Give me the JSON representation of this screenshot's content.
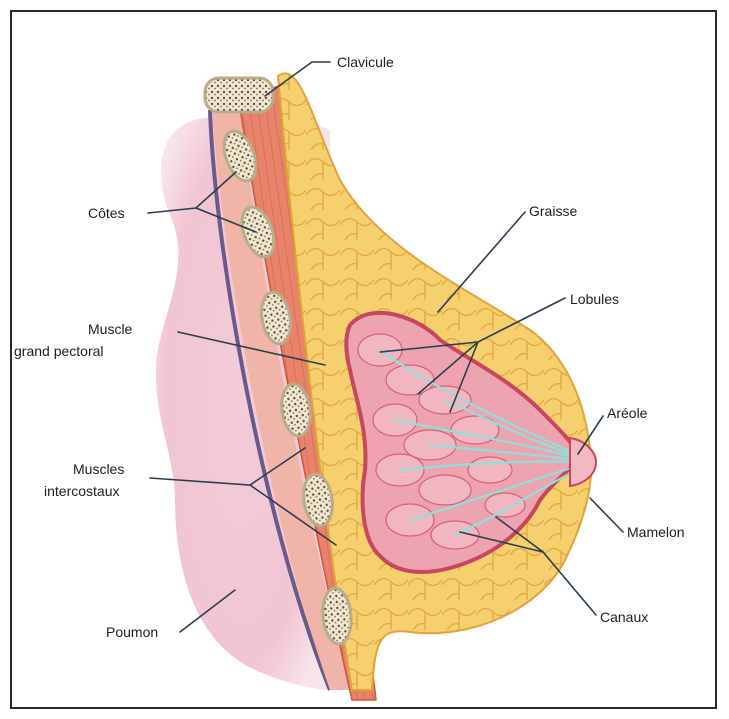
{
  "labels": {
    "clavicule": "Clavicule",
    "cotes": "Côtes",
    "muscle_line1": "Muscle",
    "muscle_line2": "grand pectoral",
    "intercostaux_line1": "Muscles",
    "intercostaux_line2": "intercostaux",
    "poumon": "Poumon",
    "graisse": "Graisse",
    "lobules": "Lobules",
    "areole": "Aréole",
    "mamelon": "Mamelon",
    "canaux": "Canaux"
  },
  "colors": {
    "lung": "#f1c9d6",
    "muscle": "#e8826a",
    "muscle_dark": "#c9583f",
    "fat": "#f6cf6f",
    "fat_line": "#e0a43a",
    "lobule": "#eea3b0",
    "lobule_dark": "#c7475e",
    "duct": "#8fe0d9",
    "bone": "#e9e2c8"
  }
}
